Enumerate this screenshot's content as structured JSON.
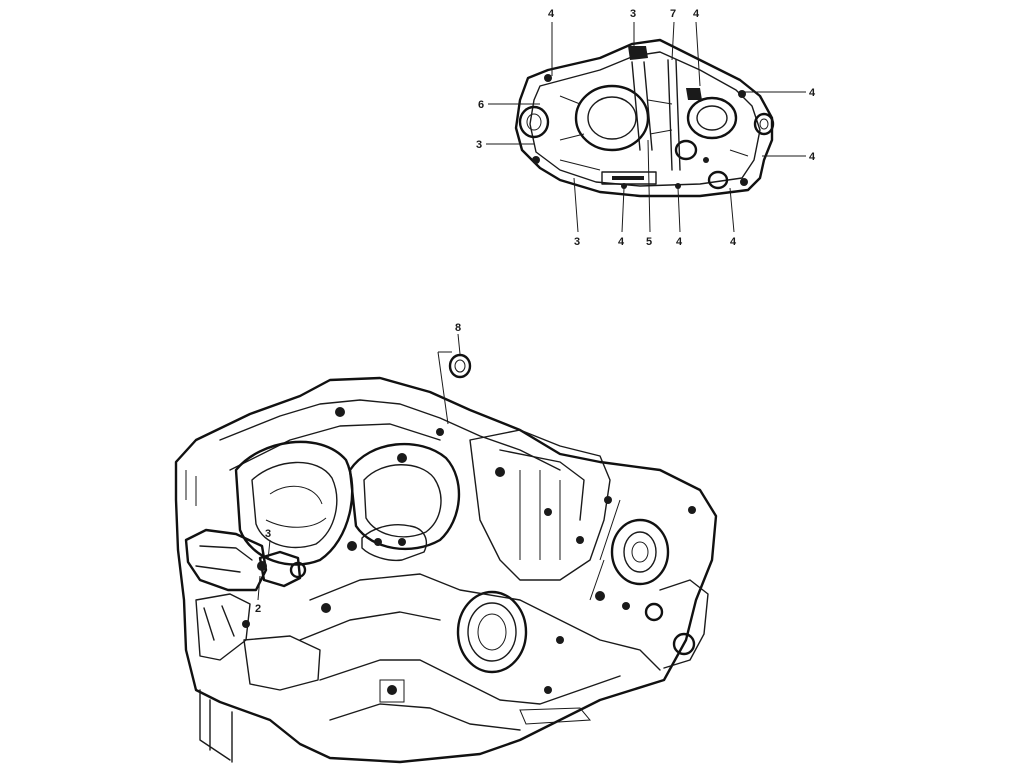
{
  "callouts": {
    "top": [
      {
        "id": "t1",
        "text": "4"
      },
      {
        "id": "t2",
        "text": "3"
      },
      {
        "id": "t3",
        "text": "7"
      },
      {
        "id": "t4",
        "text": "4"
      },
      {
        "id": "t5",
        "text": "4"
      },
      {
        "id": "t6",
        "text": "6"
      },
      {
        "id": "t7",
        "text": "3"
      },
      {
        "id": "t8",
        "text": "4"
      },
      {
        "id": "t9",
        "text": "3"
      },
      {
        "id": "t10",
        "text": "4"
      },
      {
        "id": "t11",
        "text": "5"
      },
      {
        "id": "t12",
        "text": "4"
      },
      {
        "id": "t13",
        "text": "4"
      }
    ],
    "main": [
      {
        "id": "m1",
        "text": "8"
      },
      {
        "id": "m2",
        "text": "3"
      },
      {
        "id": "m3",
        "text": "2"
      }
    ]
  }
}
